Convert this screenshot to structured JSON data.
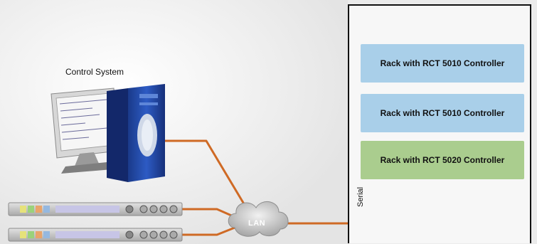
{
  "control_system": {
    "label": "Control System"
  },
  "racks": [
    {
      "label": "Rack with RCT 5010 Controller"
    },
    {
      "label": "Rack with RCT 5010 Controller"
    },
    {
      "label": "Rack with RCT 5020 Controller"
    }
  ],
  "network": {
    "lan_label": "LAN"
  },
  "serial": {
    "label": "Serial"
  },
  "colors": {
    "cable": "#cf6a25",
    "rack_blue": "#a9cfe9",
    "rack_green": "#aacd8e",
    "device_body": "#c8c8c8",
    "led_yellow": "#e6e27a",
    "led_green": "#9ad27a",
    "led_orange": "#e9a46a",
    "led_blue": "#95b8e0",
    "display": "#c7c5e6"
  }
}
